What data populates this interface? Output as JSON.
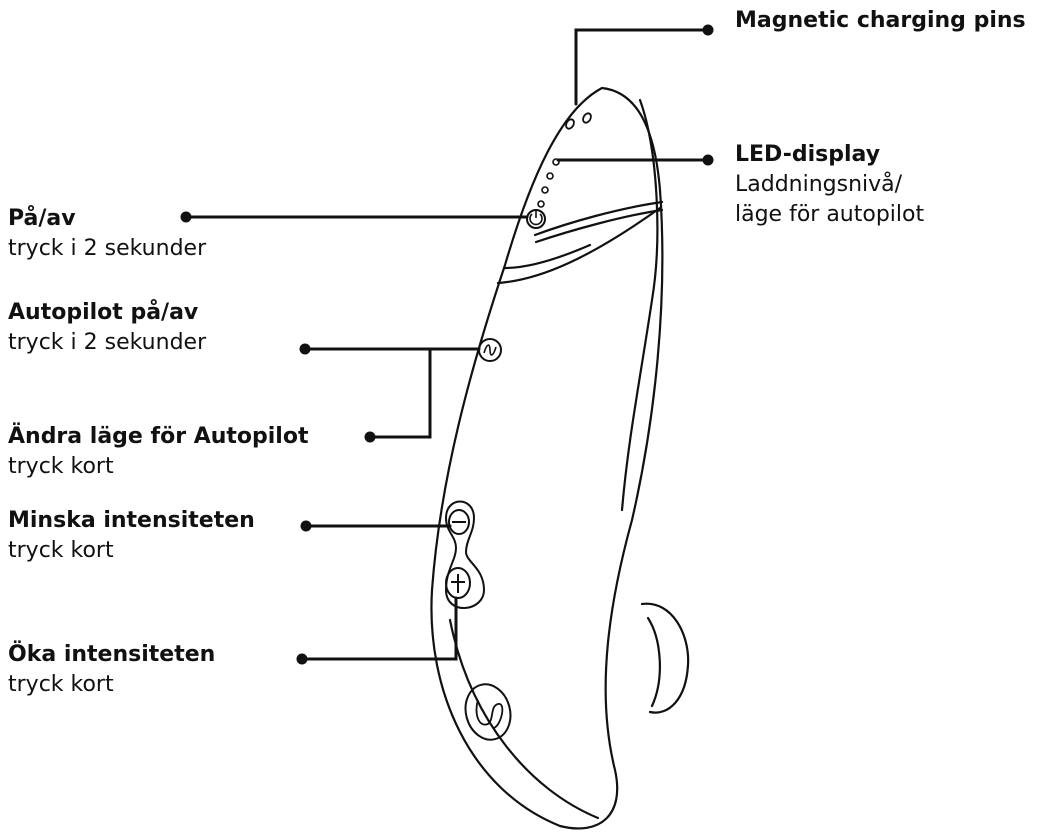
{
  "callouts": {
    "charging_pins": {
      "title": "Magnetic charging pins"
    },
    "led_display": {
      "title": "LED-display",
      "sub1": "Laddningsnivå/",
      "sub2": "läge för autopilot"
    },
    "power": {
      "title": "På/av",
      "sub": "tryck i 2 sekunder"
    },
    "autopilot_onoff": {
      "title": "Autopilot på/av",
      "sub": "tryck i 2 sekunder"
    },
    "autopilot_mode": {
      "title": "Ändra läge för Autopilot",
      "sub": "tryck kort"
    },
    "decrease": {
      "title": "Minska intensiteten",
      "sub": "tryck kort"
    },
    "increase": {
      "title": "Öka intensiteten",
      "sub": "tryck kort"
    }
  },
  "colors": {
    "ink": "#111111",
    "background": "#ffffff"
  }
}
